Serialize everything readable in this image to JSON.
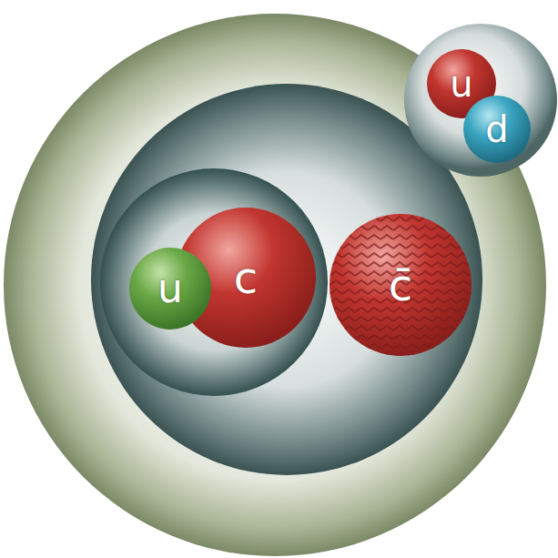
{
  "diagram": {
    "nodes": [
      {
        "text": [
          "u"
        ]
      },
      {
        "text": [
          "d"
        ]
      },
      {
        "text": [
          "u"
        ]
      },
      {
        "text": [
          "c"
        ]
      },
      {
        "text": [
          "c̄"
        ]
      }
    ]
  }
}
